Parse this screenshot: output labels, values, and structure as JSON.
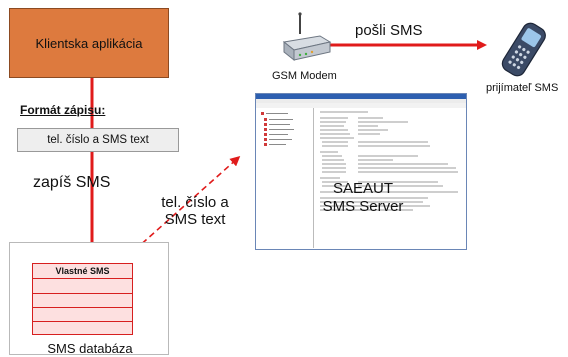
{
  "client": {
    "label": "Klientska aplikácia"
  },
  "format": {
    "title": "Formát zápisu:",
    "content": "tel. číslo a SMS text"
  },
  "write": {
    "label": "zapíš SMS"
  },
  "database": {
    "table_header": "Vlastné SMS",
    "label": "SMS databáza"
  },
  "dashed": {
    "label_line1": "tel. číslo a",
    "label_line2": "SMS text"
  },
  "modem": {
    "label": "GSM Modem"
  },
  "send": {
    "label": "pošli SMS"
  },
  "recipient": {
    "label": "prijímateľ SMS"
  },
  "server": {
    "title_line1": "SAEAUT",
    "title_line2": "SMS Server"
  },
  "colors": {
    "client_fill": "#dd7a3e",
    "arrow_red": "#e01b1b",
    "table_fill": "#fde0e0"
  }
}
